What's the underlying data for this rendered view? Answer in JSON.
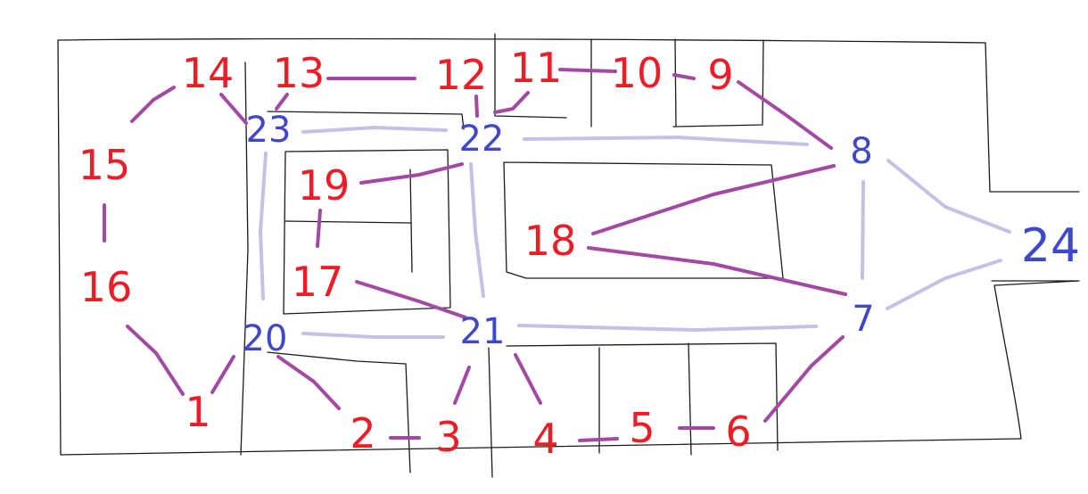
{
  "colors": {
    "background": "#ffffff",
    "wall": "#1a1a1a",
    "red_node": "#ee1c25",
    "blue_node": "#3f48cc",
    "purple_edge": "#a349a4",
    "lavender_edge": "#c8bfe7"
  },
  "nodes": [
    {
      "id": "n1",
      "label": "1",
      "color": "red"
    },
    {
      "id": "n2",
      "label": "2",
      "color": "red"
    },
    {
      "id": "n3",
      "label": "3",
      "color": "red"
    },
    {
      "id": "n4",
      "label": "4",
      "color": "red"
    },
    {
      "id": "n5",
      "label": "5",
      "color": "red"
    },
    {
      "id": "n6",
      "label": "6",
      "color": "red"
    },
    {
      "id": "n7",
      "label": "7",
      "color": "blue"
    },
    {
      "id": "n8",
      "label": "8",
      "color": "blue"
    },
    {
      "id": "n9",
      "label": "9",
      "color": "red"
    },
    {
      "id": "n10",
      "label": "10",
      "color": "red"
    },
    {
      "id": "n11",
      "label": "11",
      "color": "red"
    },
    {
      "id": "n12",
      "label": "12",
      "color": "red"
    },
    {
      "id": "n13",
      "label": "13",
      "color": "red"
    },
    {
      "id": "n14",
      "label": "14",
      "color": "red"
    },
    {
      "id": "n15",
      "label": "15",
      "color": "red"
    },
    {
      "id": "n16",
      "label": "16",
      "color": "red"
    },
    {
      "id": "n17",
      "label": "17",
      "color": "red"
    },
    {
      "id": "n18",
      "label": "18",
      "color": "red"
    },
    {
      "id": "n19",
      "label": "19",
      "color": "red"
    },
    {
      "id": "n20",
      "label": "20",
      "color": "blue"
    },
    {
      "id": "n21",
      "label": "21",
      "color": "blue"
    },
    {
      "id": "n22",
      "label": "22",
      "color": "blue"
    },
    {
      "id": "n23",
      "label": "23",
      "color": "blue"
    },
    {
      "id": "n24",
      "label": "24",
      "color": "blue"
    }
  ],
  "edges": [
    {
      "from": "14",
      "to": "15",
      "type": "purple"
    },
    {
      "from": "15",
      "to": "16",
      "type": "purple"
    },
    {
      "from": "16",
      "to": "1",
      "type": "purple"
    },
    {
      "from": "1",
      "to": "20",
      "type": "purple"
    },
    {
      "from": "14",
      "to": "23",
      "type": "purple"
    },
    {
      "from": "13",
      "to": "23",
      "type": "purple"
    },
    {
      "from": "13",
      "to": "12",
      "type": "purple"
    },
    {
      "from": "12",
      "to": "22",
      "type": "purple"
    },
    {
      "from": "11",
      "to": "22",
      "type": "purple"
    },
    {
      "from": "11",
      "to": "10",
      "type": "purple"
    },
    {
      "from": "10",
      "to": "9",
      "type": "purple"
    },
    {
      "from": "9",
      "to": "8",
      "type": "purple"
    },
    {
      "from": "19",
      "to": "22",
      "type": "purple"
    },
    {
      "from": "19",
      "to": "17",
      "type": "purple"
    },
    {
      "from": "17",
      "to": "21",
      "type": "purple"
    },
    {
      "from": "18",
      "to": "8",
      "type": "purple"
    },
    {
      "from": "18",
      "to": "7",
      "type": "purple"
    },
    {
      "from": "20",
      "to": "2",
      "type": "purple"
    },
    {
      "from": "2",
      "to": "3",
      "type": "purple"
    },
    {
      "from": "3",
      "to": "21",
      "type": "purple"
    },
    {
      "from": "21",
      "to": "4",
      "type": "purple"
    },
    {
      "from": "4",
      "to": "5",
      "type": "purple"
    },
    {
      "from": "5",
      "to": "6",
      "type": "purple"
    },
    {
      "from": "6",
      "to": "7",
      "type": "purple"
    },
    {
      "from": "23",
      "to": "22",
      "type": "lavender"
    },
    {
      "from": "22",
      "to": "8",
      "type": "lavender"
    },
    {
      "from": "23",
      "to": "20",
      "type": "lavender"
    },
    {
      "from": "20",
      "to": "21",
      "type": "lavender"
    },
    {
      "from": "22",
      "to": "21",
      "type": "lavender"
    },
    {
      "from": "21",
      "to": "7",
      "type": "lavender"
    },
    {
      "from": "8",
      "to": "7",
      "type": "lavender"
    },
    {
      "from": "8",
      "to": "24",
      "type": "lavender"
    },
    {
      "from": "7",
      "to": "24",
      "type": "lavender"
    }
  ]
}
